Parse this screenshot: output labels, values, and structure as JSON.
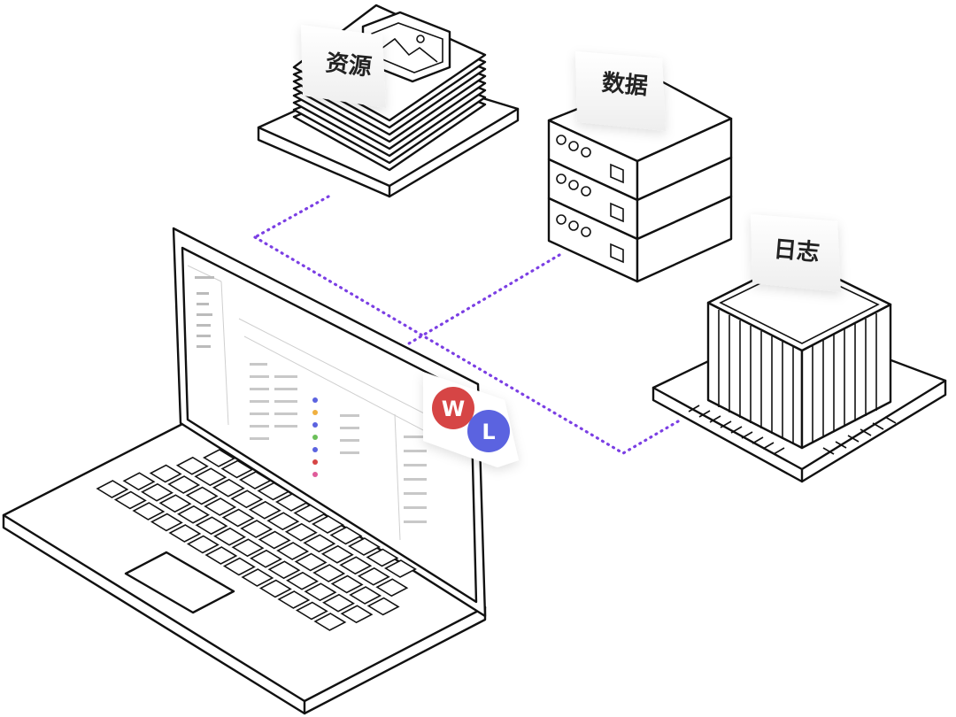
{
  "nodes": {
    "resources": {
      "label": "资源"
    },
    "data": {
      "label": "数据"
    },
    "logs": {
      "label": "日志"
    }
  },
  "badges": {
    "w": {
      "letter": "W",
      "color": "#d64545"
    },
    "l": {
      "letter": "L",
      "color": "#5b63e0"
    }
  },
  "connector_color": "#7b3fe4"
}
